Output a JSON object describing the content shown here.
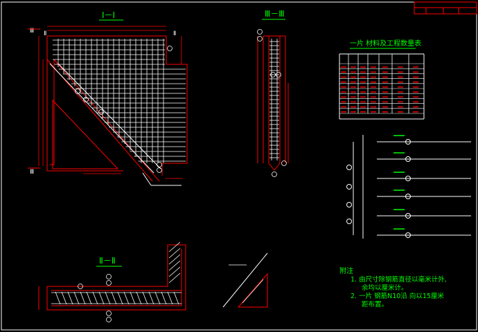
{
  "views": {
    "section_1_1": "Ⅰ－Ⅰ",
    "section_3_3": "Ⅲ－Ⅲ",
    "section_2_2": "Ⅱ－Ⅱ",
    "cut_mark_3": "Ⅲ",
    "cut_mark_2": "Ⅱ"
  },
  "table": {
    "title": "一片  材料及工程数量表"
  },
  "notes": {
    "heading": "附注",
    "line1": "1.   由尺寸除钢筋直径以毫米计外,",
    "line2": "余均以厘米计。",
    "line3": "2.  一片  钢筋N10沿  向以15厘米",
    "line4": "距布置。"
  },
  "colors": {
    "background": "#000000",
    "outline": "#ff0000",
    "rebar": "#ffffff",
    "text": "#00ff00",
    "callout": "#ffff00",
    "border": "#ffffff"
  }
}
